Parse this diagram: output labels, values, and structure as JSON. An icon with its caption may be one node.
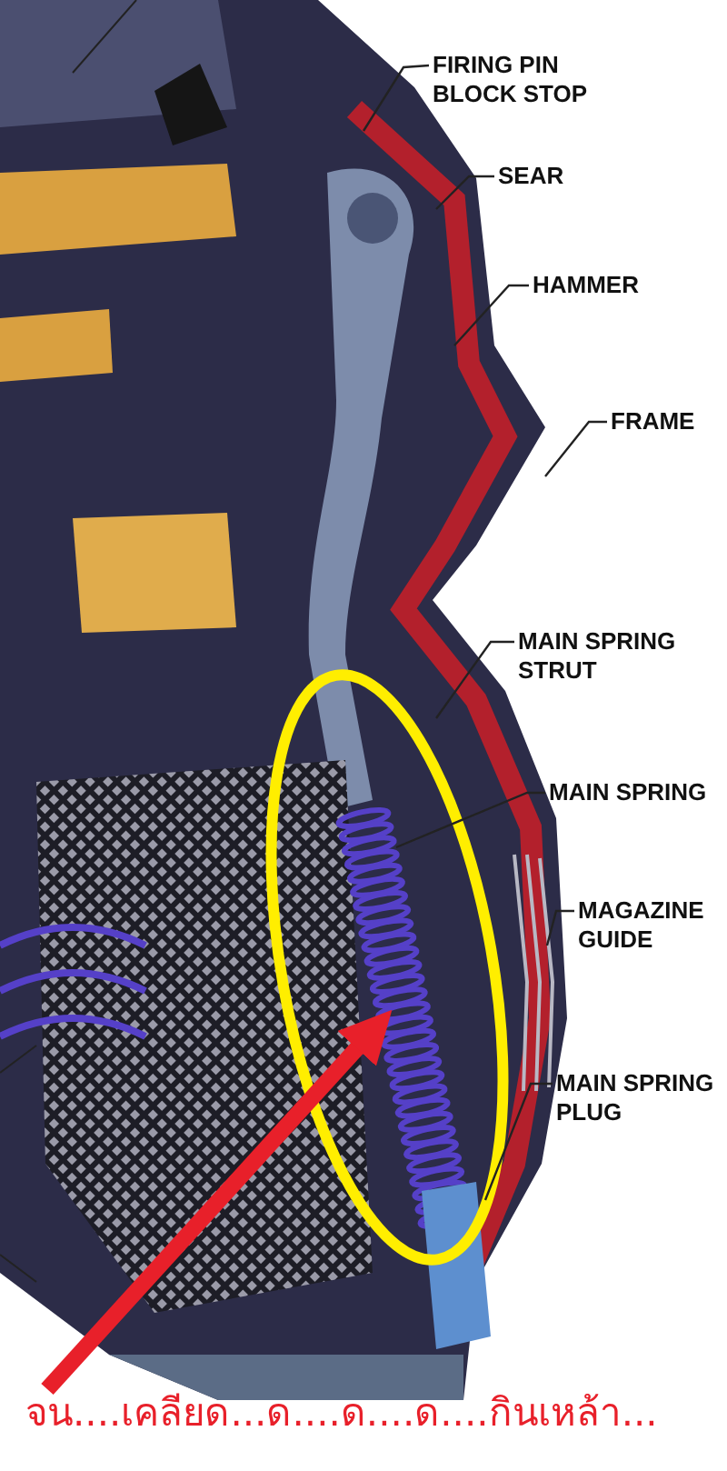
{
  "diagram": {
    "nodes": [
      {
        "text": [
          "FIRING PIN BLOCK STOP"
        ]
      },
      {
        "text": [
          "SEAR"
        ]
      },
      {
        "text": [
          "HAMMER"
        ]
      },
      {
        "text": [
          "FRAME"
        ]
      },
      {
        "text": [
          "MAIN SPRING STRUT"
        ]
      },
      {
        "text": [
          "MAIN SPRING"
        ]
      },
      {
        "text": [
          "MAGAZINE GUIDE"
        ]
      },
      {
        "text": [
          "MAIN SPRING PLUG"
        ]
      },
      {
        "text": [
          "จน....เคลียด...ด....ด....ด....กินเหล้า..."
        ]
      },
      {
        "text": [],
        "shape": "picture"
      },
      {
        "text": [],
        "shape": "picture"
      },
      {
        "text": [],
        "shape": "picture"
      }
    ],
    "edges": [
      {
        "from": 0,
        "to": null,
        "arrow": "none"
      },
      {
        "from": 1,
        "to": null,
        "arrow": "none"
      },
      {
        "from": 2,
        "to": null,
        "arrow": "none"
      },
      {
        "from": 3,
        "to": null,
        "arrow": "none"
      },
      {
        "from": 4,
        "to": null,
        "arrow": "none"
      },
      {
        "from": 5,
        "to": 9,
        "arrow": "none"
      },
      {
        "from": 6,
        "to": 10,
        "arrow": "none"
      },
      {
        "from": 7,
        "to": 11,
        "arrow": "none"
      },
      {
        "from": 8,
        "to": 9,
        "arrow": "to",
        "style": "thick",
        "color": "#e8202a"
      }
    ]
  }
}
